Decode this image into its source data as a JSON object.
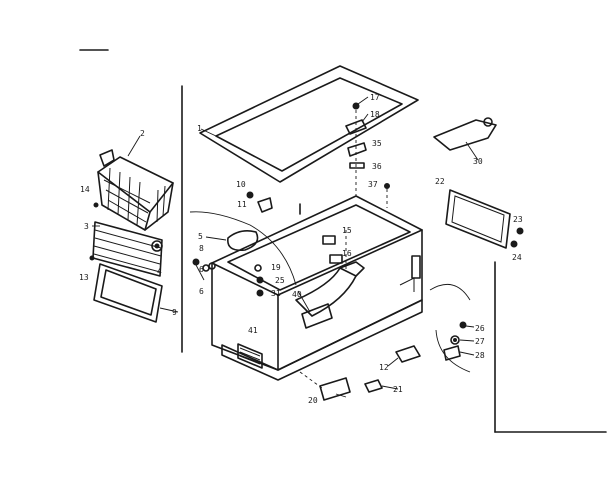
{
  "labels": {
    "l1": "1",
    "l2": "2",
    "l3": "3",
    "l4": "4",
    "l5": "5",
    "l6a": "6",
    "l6b": "6",
    "l8": "8",
    "l9": "9",
    "l10": "10",
    "l11": "11",
    "l12": "12",
    "l13": "13",
    "l14": "14",
    "l15": "15",
    "l16": "16",
    "l17": "17",
    "l18": "18",
    "l19": "19",
    "l20": "20",
    "l21": "21",
    "l22": "22",
    "l23": "23",
    "l24": "24",
    "l25": "25",
    "l26": "26",
    "l27": "27",
    "l28": "28",
    "l30": "30",
    "l31": "31",
    "l35": "35",
    "l36": "36",
    "l37": "37",
    "l40": "40",
    "l41": "41"
  }
}
